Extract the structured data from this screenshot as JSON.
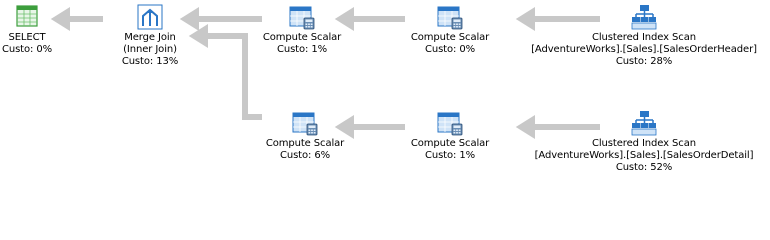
{
  "colors": {
    "arrow": "#c8c8c8",
    "icon_blue": "#2a76c6",
    "icon_light": "#cfe3f7",
    "select_green": "#3d9e3d"
  },
  "nodes": {
    "select": {
      "icon": "select-icon",
      "label_lines": [
        "SELECT"
      ],
      "cost": "Custo: 0%"
    },
    "merge_join": {
      "icon": "merge-join-icon",
      "label_lines": [
        "Merge Join",
        "(Inner Join)"
      ],
      "cost": "Custo: 13%"
    },
    "compute_scalar_top_left": {
      "icon": "compute-scalar-icon",
      "label_lines": [
        "Compute Scalar"
      ],
      "cost": "Custo: 1%"
    },
    "compute_scalar_top_right": {
      "icon": "compute-scalar-icon",
      "label_lines": [
        "Compute Scalar"
      ],
      "cost": "Custo: 0%"
    },
    "index_scan_top": {
      "icon": "clustered-index-scan-icon",
      "label_lines": [
        "Clustered Index Scan",
        "[AdventureWorks].[Sales].[SalesOrderHeader]"
      ],
      "cost": "Custo: 28%"
    },
    "compute_scalar_bottom_left": {
      "icon": "compute-scalar-icon",
      "label_lines": [
        "Compute Scalar"
      ],
      "cost": "Custo: 6%"
    },
    "compute_scalar_bottom_right": {
      "icon": "compute-scalar-icon",
      "label_lines": [
        "Compute Scalar"
      ],
      "cost": "Custo: 1%"
    },
    "index_scan_bottom": {
      "icon": "clustered-index-scan-icon",
      "label_lines": [
        "Clustered Index Scan",
        "[AdventureWorks].[Sales].[SalesOrderDetail]"
      ],
      "cost": "Custo: 52%"
    }
  }
}
